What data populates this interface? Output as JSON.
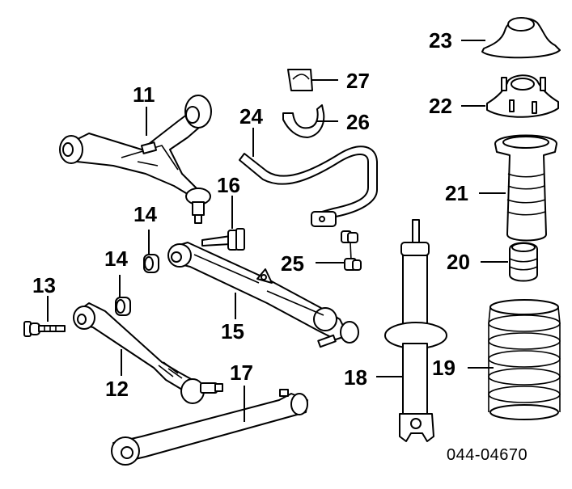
{
  "callouts": {
    "n11": "11",
    "n12": "12",
    "n13": "13",
    "n14a": "14",
    "n14b": "14",
    "n15": "15",
    "n16": "16",
    "n17": "17",
    "n18": "18",
    "n19": "19",
    "n20": "20",
    "n21": "21",
    "n22": "22",
    "n23": "23",
    "n24": "24",
    "n25": "25",
    "n26": "26",
    "n27": "27"
  },
  "diagram_number": "044-04670"
}
